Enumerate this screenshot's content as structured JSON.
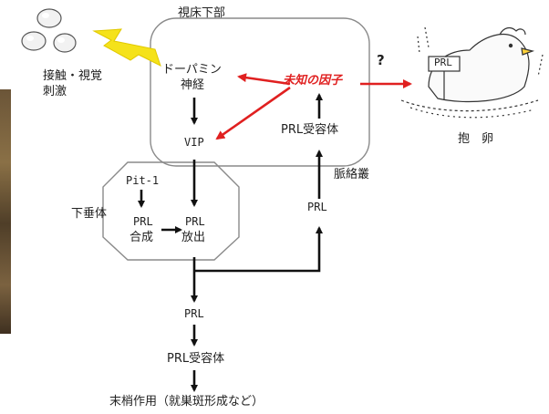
{
  "diagram": {
    "hypothalamus_label": "視床下部",
    "stimulus_label_line1": "接触・視覚",
    "stimulus_label_line2": "刺激",
    "dopamine_line1": "ドーパミン",
    "dopamine_line2": "神経",
    "unknown_factor": "未知の因子",
    "question_mark": "?",
    "vip": "VIP",
    "prl_receptor_hypothalamus": "PRL受容体",
    "choroid_plexus": "脈絡叢",
    "pituitary_label": "下垂体",
    "pit1": "Pit-1",
    "prl_synthesis_line1": "PRL",
    "prl_synthesis_line2": "合成",
    "prl_release_line1": "PRL",
    "prl_release_line2": "放出",
    "prl_circulating": "PRL",
    "prl_to_brain": "PRL",
    "prl_receptor_peripheral": "PRL受容体",
    "peripheral_action": "末梢作用（就巣斑形成など）",
    "sign_text": "PRL",
    "incubation_label": "抱　卵"
  },
  "colors": {
    "arrow_black": "#111111",
    "arrow_red": "#e02020",
    "box_border": "#8a8a8a",
    "lightning": "#f5e21a"
  },
  "icons": [
    "eggs-icon",
    "lightning-icon",
    "brooding-hen-icon"
  ]
}
